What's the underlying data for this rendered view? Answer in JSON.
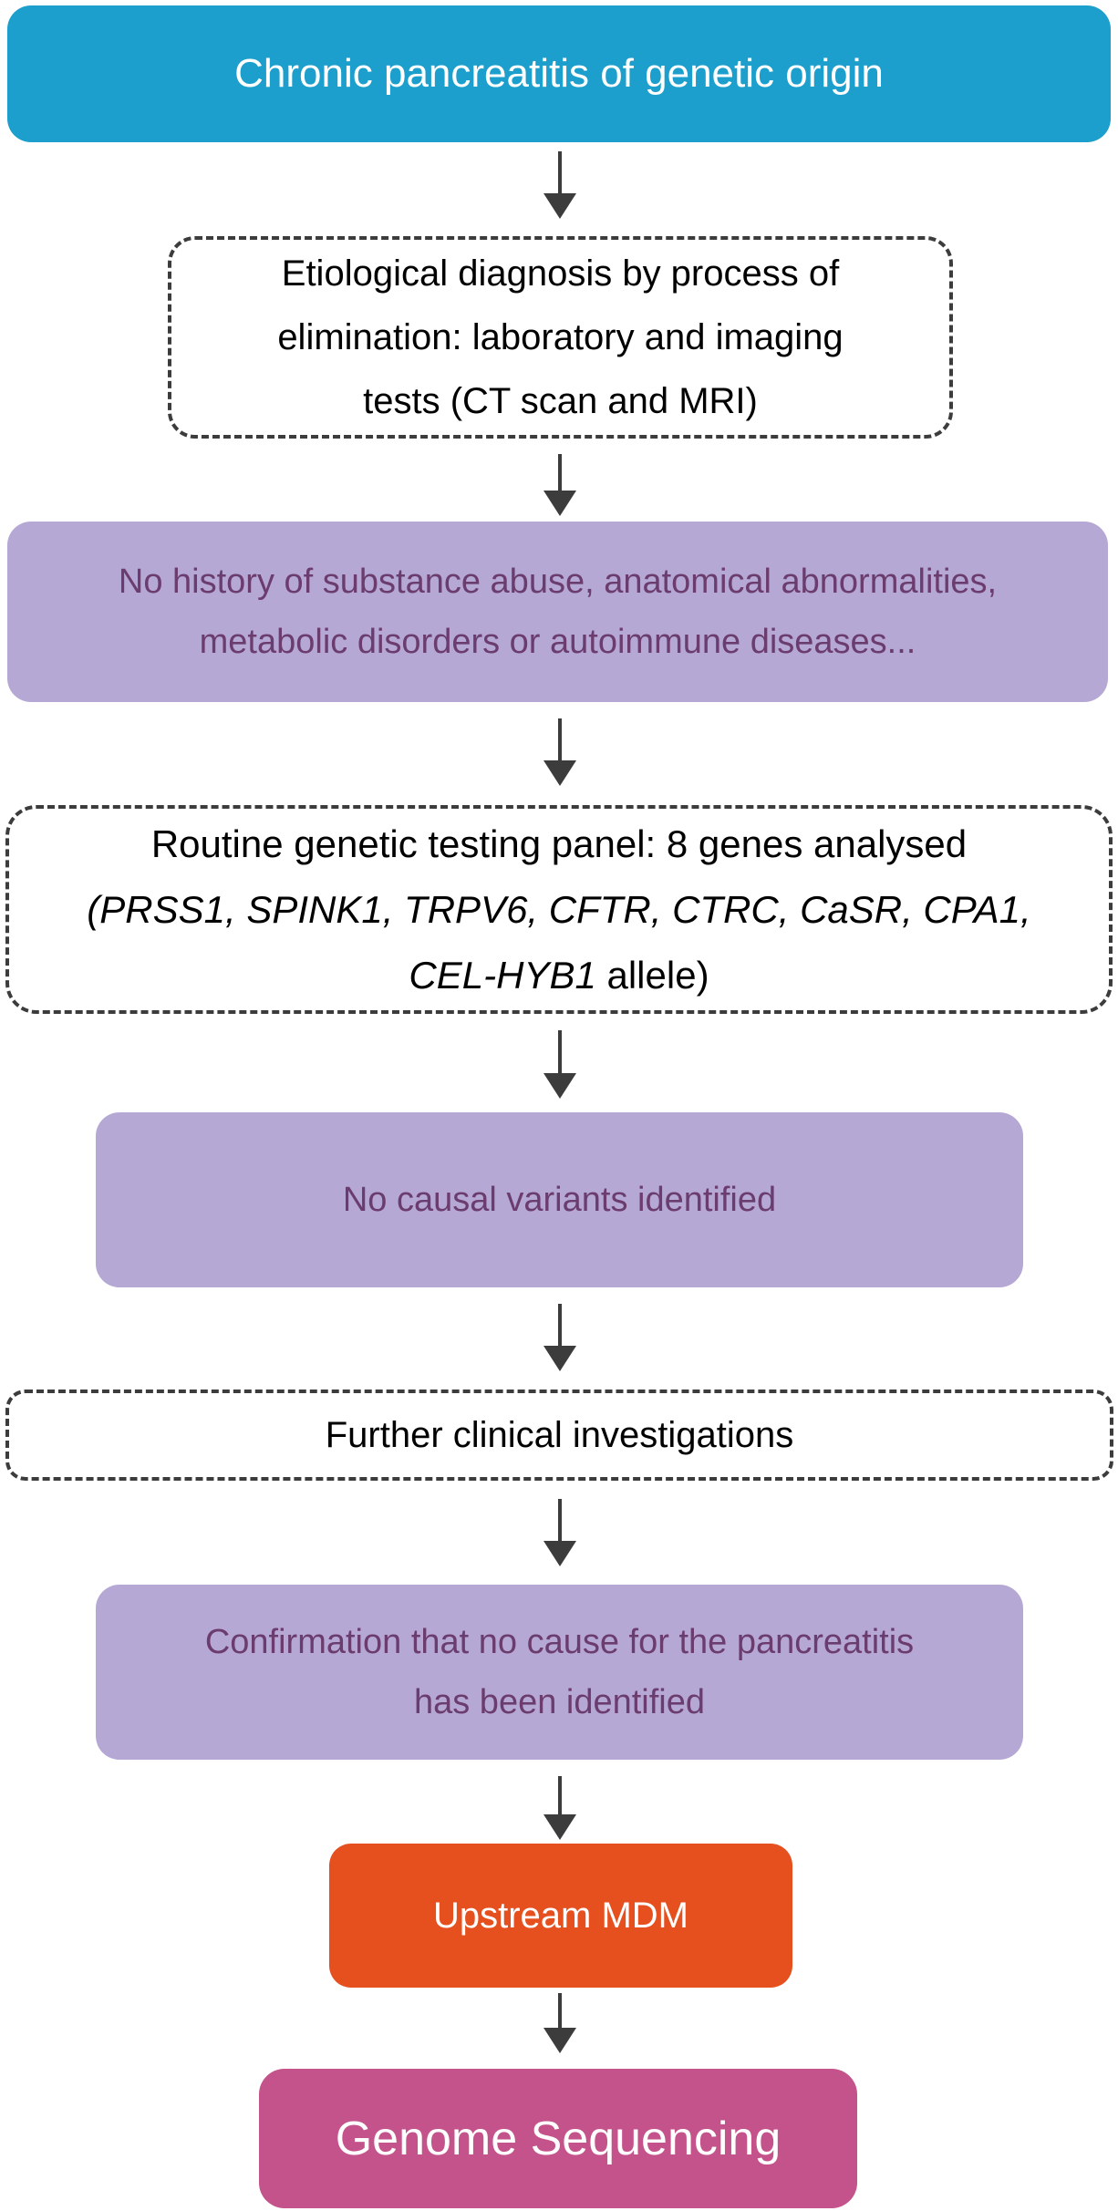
{
  "colors": {
    "teal": "#1C9FCC",
    "purple_bg": "#B6A8D5",
    "purple_text": "#6B3C6E",
    "orange": "#E5501E",
    "pink": "#C5538B",
    "arrow": "#3C3C3C",
    "dash_border": "#3C3C3C",
    "black_text": "#000000",
    "white_text": "#FFFFFF"
  },
  "nodes": {
    "start": {
      "label": "Chronic pancreatitis of genetic origin"
    },
    "etiological": {
      "lines": [
        "Etiological diagnosis by process of",
        "elimination: laboratory and imaging",
        "tests (CT scan and MRI)"
      ]
    },
    "no_history": {
      "lines": [
        "No history of substance abuse, anatomical abnormalities,",
        "metabolic disorders or autoimmune diseases..."
      ]
    },
    "genetic_panel": {
      "line1": "Routine genetic testing panel: 8 genes analysed",
      "line2_italic": "(PRSS1, SPINK1, TRPV6, CFTR, CTRC, CaSR, CPA1,",
      "line3_italic": "CEL-HYB1",
      "line3_regular": " allele)"
    },
    "no_variants": {
      "label": "No causal variants identified"
    },
    "further": {
      "label": "Further clinical investigations"
    },
    "confirmation": {
      "lines": [
        "Confirmation that no cause for the pancreatitis",
        "has been identified"
      ]
    },
    "upstream_mdm": {
      "label": "Upstream MDM"
    },
    "genome_seq": {
      "label": "Genome Sequencing"
    }
  }
}
